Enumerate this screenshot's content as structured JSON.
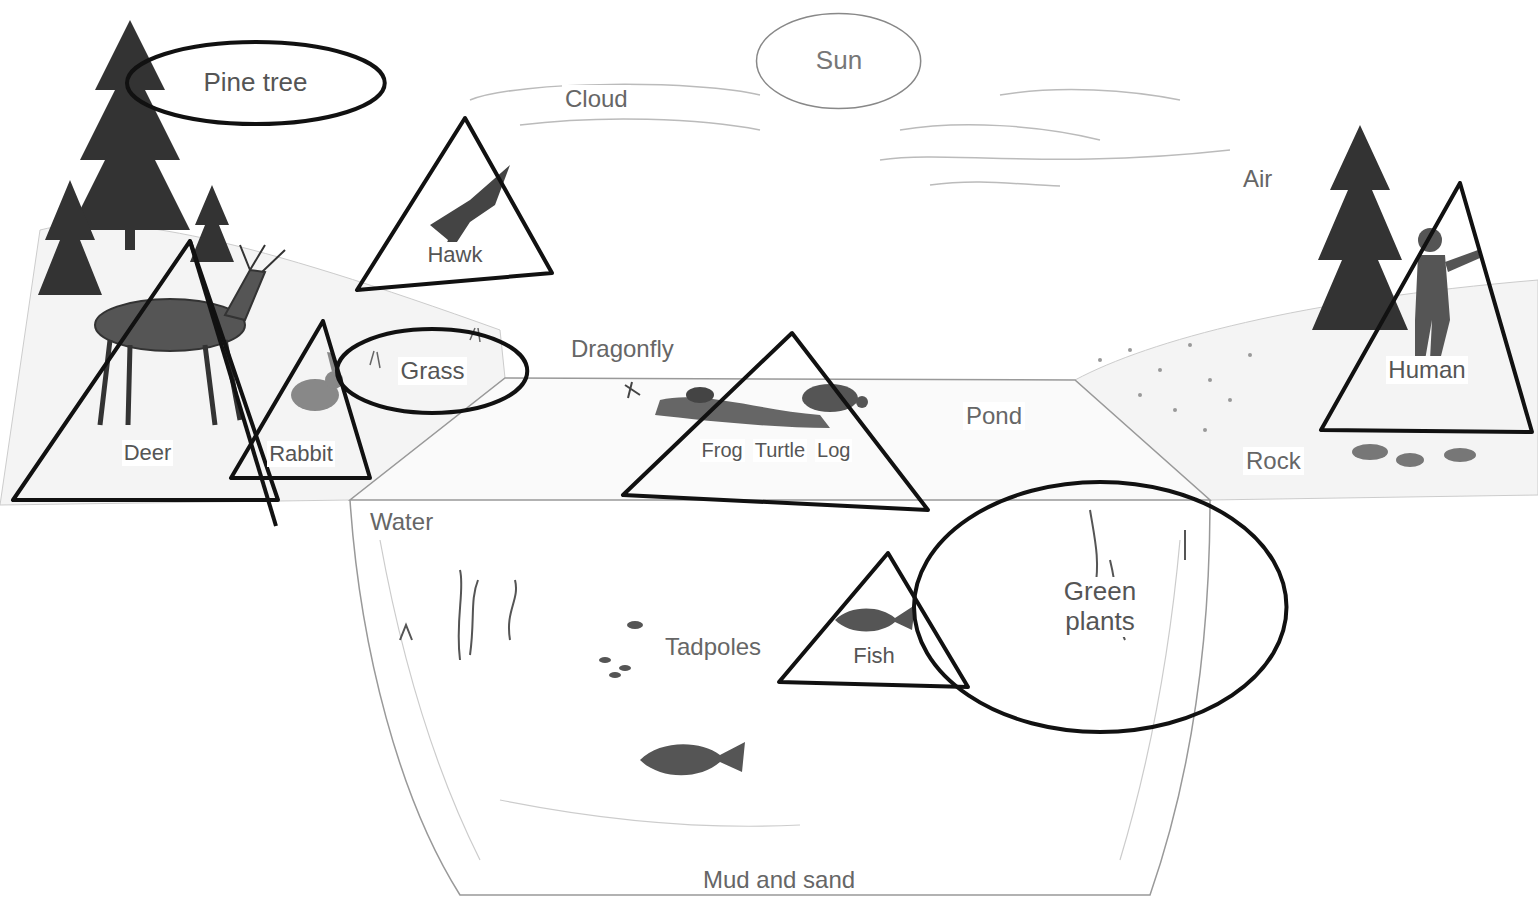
{
  "diagram": {
    "nodes": [
      {
        "text": [
          "Pine tree"
        ]
      },
      {
        "text": [
          "Sun"
        ]
      },
      {
        "text": [
          "Hawk"
        ]
      },
      {
        "text": [
          "Deer"
        ]
      },
      {
        "text": [
          "Rabbit"
        ]
      },
      {
        "text": [
          "Grass"
        ]
      },
      {
        "text": [
          "Frog",
          "Turtle",
          "Log"
        ]
      },
      {
        "text": [
          "Human"
        ]
      },
      {
        "text": [
          "Fish"
        ]
      },
      {
        "text": [
          "Green plants"
        ]
      }
    ],
    "labels": [
      "Cloud",
      "Air",
      "Dragonfly",
      "Pond",
      "Rock",
      "Water",
      "Tadpoles",
      "Mud and sand"
    ]
  }
}
